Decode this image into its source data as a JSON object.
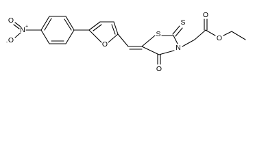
{
  "molecule": {
    "atoms": {
      "nitro_o_upper": "O",
      "nitro_n": "N",
      "nitro_n_charge": "+",
      "nitro_o_lower": "O",
      "nitro_o_lower_charge": "-",
      "furan_o": "O",
      "thiazolidine_s": "S",
      "thione_s": "S",
      "thiazolidine_n": "N",
      "carbonyl_o": "O",
      "ester_carbonyl_o": "O",
      "ester_o": "O"
    }
  }
}
